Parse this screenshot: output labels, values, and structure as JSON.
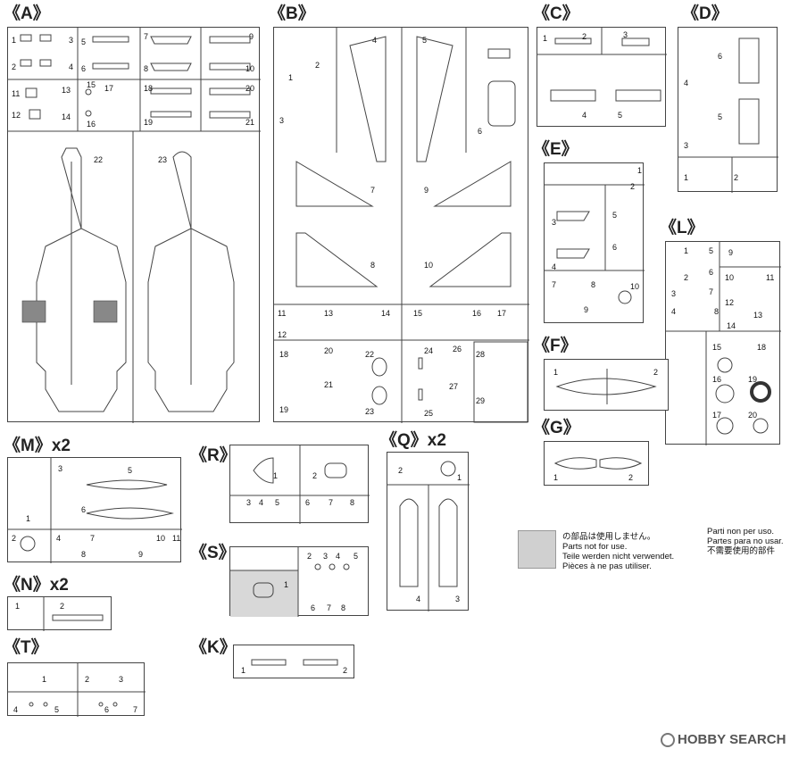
{
  "sprues": [
    {
      "key": "A",
      "label": "《A》",
      "parts": [
        "1",
        "2",
        "3",
        "4",
        "5",
        "6",
        "7",
        "8",
        "9",
        "10",
        "11",
        "12",
        "13",
        "14",
        "15",
        "16",
        "17",
        "18",
        "19",
        "20",
        "21",
        "22",
        "23"
      ]
    },
    {
      "key": "B",
      "label": "《B》",
      "parts": [
        "1",
        "2",
        "3",
        "4",
        "5",
        "6",
        "7",
        "8",
        "9",
        "10",
        "11",
        "12",
        "13",
        "14",
        "15",
        "16",
        "17",
        "18",
        "19",
        "20",
        "21",
        "22",
        "23",
        "24",
        "25",
        "26",
        "27",
        "28",
        "29"
      ]
    },
    {
      "key": "C",
      "label": "《C》",
      "parts": [
        "1",
        "2",
        "3",
        "4",
        "5"
      ]
    },
    {
      "key": "D",
      "label": "《D》",
      "parts": [
        "1",
        "2",
        "3",
        "4",
        "5",
        "6"
      ]
    },
    {
      "key": "E",
      "label": "《E》",
      "parts": [
        "1",
        "2",
        "3",
        "4",
        "5",
        "6",
        "7",
        "8",
        "9",
        "10"
      ]
    },
    {
      "key": "L",
      "label": "《L》",
      "parts": [
        "1",
        "2",
        "3",
        "4",
        "5",
        "6",
        "7",
        "8",
        "9",
        "10",
        "11",
        "12",
        "13",
        "14",
        "15",
        "16",
        "17",
        "18",
        "19",
        "20"
      ]
    },
    {
      "key": "F",
      "label": "《F》",
      "parts": [
        "1",
        "2"
      ]
    },
    {
      "key": "G",
      "label": "《G》",
      "parts": [
        "1",
        "2"
      ]
    },
    {
      "key": "M",
      "label": "《M》x2",
      "parts": [
        "1",
        "2",
        "3",
        "4",
        "5",
        "6",
        "7",
        "8",
        "9",
        "10",
        "11"
      ]
    },
    {
      "key": "R",
      "label": "《R》",
      "parts": [
        "1",
        "2",
        "3",
        "4",
        "5",
        "6",
        "7",
        "8"
      ]
    },
    {
      "key": "Q",
      "label": "《Q》x2",
      "parts": [
        "1",
        "2",
        "3",
        "4"
      ]
    },
    {
      "key": "S",
      "label": "《S》",
      "parts": [
        "1",
        "2",
        "3",
        "4",
        "5",
        "6",
        "7",
        "8"
      ]
    },
    {
      "key": "N",
      "label": "《N》x2",
      "parts": [
        "1",
        "2"
      ]
    },
    {
      "key": "T",
      "label": "《T》",
      "parts": [
        "1",
        "2",
        "3",
        "4",
        "5",
        "6",
        "7"
      ]
    },
    {
      "key": "K",
      "label": "《K》",
      "parts": [
        "1",
        "2"
      ]
    }
  ],
  "legend": {
    "col1": [
      "の部品は使用しません。",
      "Parts not for use.",
      "Teile werden nicht verwendet.",
      "Pièces à ne pas utiliser."
    ],
    "col2": [
      "Parti non per uso.",
      "Partes para no usar.",
      "不需要使用的部件"
    ],
    "swatch_color": "#d0d0d0"
  },
  "watermark": "HOBBY SEARCH"
}
